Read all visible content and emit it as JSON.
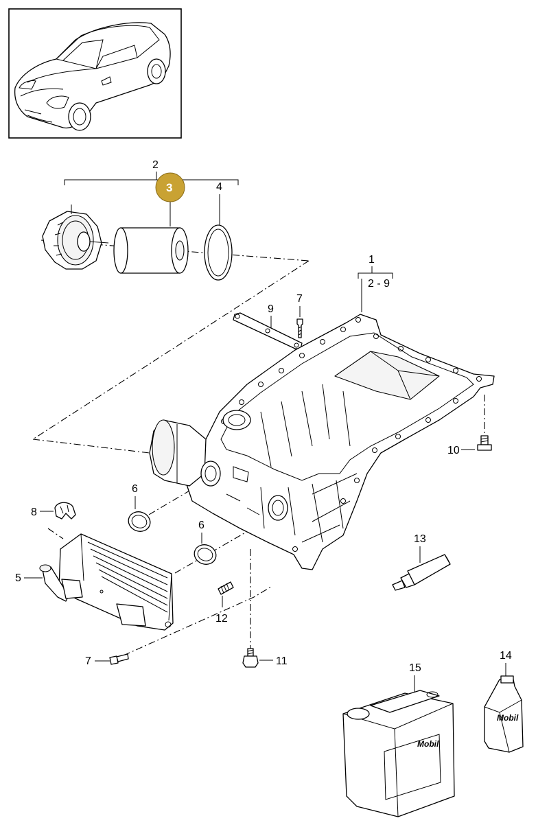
{
  "labels": {
    "p1": "1",
    "p1_range": "2 - 9",
    "p2": "2",
    "p3": "3",
    "p4": "4",
    "p5": "5",
    "p6a": "6",
    "p6b": "6",
    "p7a": "7",
    "p7b": "7",
    "p8": "8",
    "p9": "9",
    "p10": "10",
    "p11": "11",
    "p12": "12",
    "p13": "13",
    "p14": "14",
    "p15": "15"
  },
  "brand": {
    "canister_text": "Mobil",
    "bottle_text": "Mobil"
  },
  "colors": {
    "highlight": "#c9a233"
  },
  "icons": {
    "car_thumbnail": "car-thumbnail-icon"
  }
}
